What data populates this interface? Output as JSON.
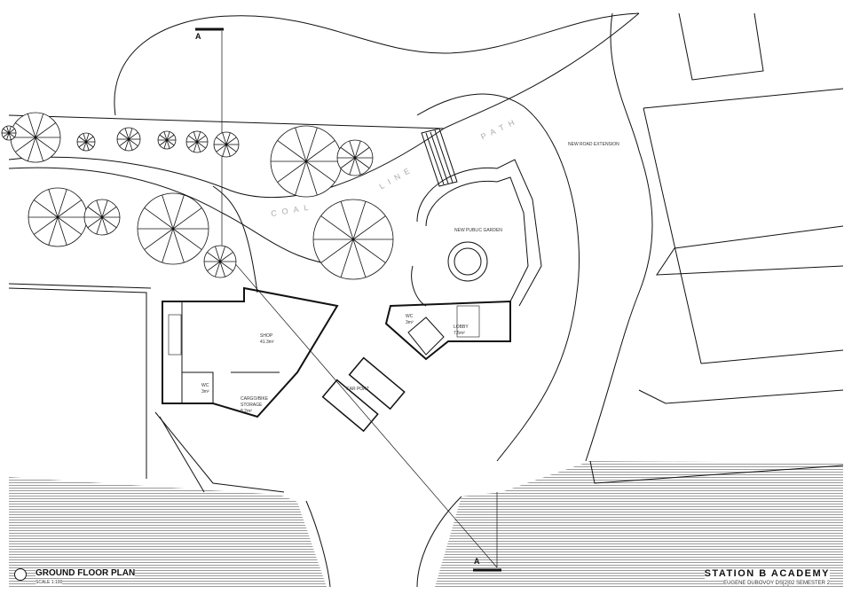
{
  "title_block": {
    "drawing_title": "GROUND FLOOR PLAN",
    "scale": "SCALE 1:100",
    "project": "STATION B ACADEMY",
    "author": "EUGENE DUBOVOY DS[2]02 SEMESTER 2"
  },
  "section_markers": {
    "top": "A",
    "bottom": "A"
  },
  "labels": {
    "road": "NEW ROAD EXTENSION",
    "garden": "NEW PUBLIC GARDEN",
    "path_left": "COAL",
    "path_mid": "LINE",
    "path_right": "PATH",
    "shop": "SHOP",
    "shop_area": "41.3m²",
    "wc1": "WC",
    "wc1_area": "3m²",
    "cargo": "CARGO/BIKE",
    "cargo2": "STORAGE",
    "cargo_area": "8.2m²",
    "car_port": "CAR PORT",
    "wc2": "WC",
    "wc2_area": "3m²",
    "lobby": "LOBBY",
    "lobby_area": "7.5m²"
  }
}
